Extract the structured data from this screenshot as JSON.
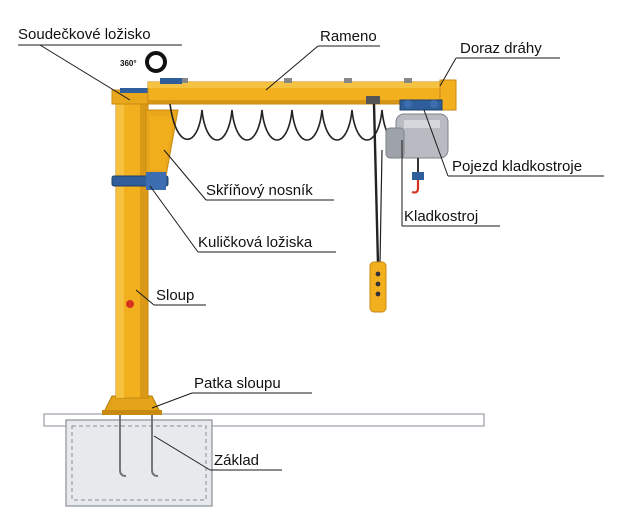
{
  "colors": {
    "crane_yellow": "#f2b01e",
    "crane_shadow": "#c98a12",
    "hoist_grey": "#b8bcc2",
    "trolley_blue": "#2f5e9a",
    "foundation_fill": "#e7e9ec",
    "leader_line": "#1a1a1a"
  },
  "labels": {
    "soudeckove_lozisko": "Soudečkové ložisko",
    "rameno": "Rameno",
    "doraz_drahy": "Doraz dráhy",
    "pojezd_kladkostroje": "Pojezd kladkostroje",
    "skrinovy_nosnik": "Skříňový nosník",
    "kladkostroj": "Kladkostroj",
    "kulickova_loziska": "Kuličková ložiska",
    "sloup": "Sloup",
    "patka_sloupu": "Patka sloupu",
    "zaklad": "Základ",
    "rotation": "360°"
  }
}
